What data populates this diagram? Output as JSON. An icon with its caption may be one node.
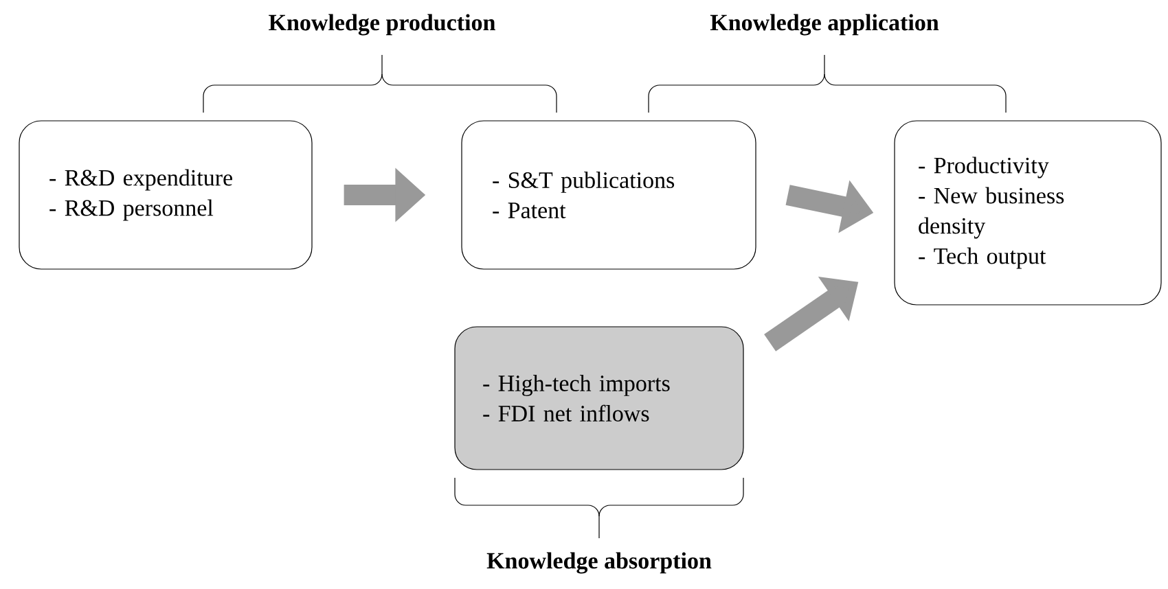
{
  "diagram": {
    "nodes": [
      {
        "text": [
          "- R&D expenditure",
          "- R&D personnel"
        ]
      },
      {
        "text": [
          "- S&T publications",
          "- Patent"
        ]
      },
      {
        "text": [
          "- Productivity",
          "- New business density",
          "- Tech output"
        ]
      },
      {
        "text": [
          "- High-tech imports",
          "- FDI net inflows"
        ]
      }
    ],
    "edges": [
      {
        "from": 0,
        "to": 1,
        "arrow": "to"
      },
      {
        "from": 1,
        "to": 2,
        "arrow": "to"
      },
      {
        "from": 3,
        "to": 2,
        "arrow": "to"
      }
    ],
    "labels": [
      "Knowledge production",
      "Knowledge application",
      "Knowledge absorption"
    ]
  }
}
